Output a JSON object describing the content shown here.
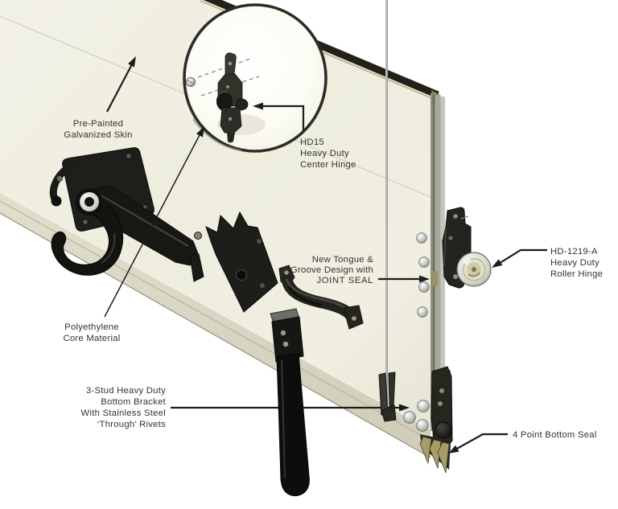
{
  "figure": {
    "type": "product-cutaway-diagram",
    "background": "#ffffff"
  },
  "colors": {
    "panel_face": "#eeedde",
    "panel_face_light": "#f4f3ea",
    "bottom_rail": "#d9d6c3",
    "top_edge": "#22221b",
    "edge_trim": "#b3a878",
    "hardware_dark": "#1a1a16",
    "leader": "#1c1c1a",
    "text": "#333331",
    "rivet_silver": "#c9cdc9",
    "seal_khaki": "#a89d6a",
    "cable_gray": "#9c9c98"
  },
  "labels": {
    "skin": {
      "lines": [
        "Pre-Painted",
        "Galvanized Skin"
      ]
    },
    "center_hinge": {
      "lines": [
        "HD15",
        "Heavy Duty",
        "Center Hinge"
      ]
    },
    "core": {
      "lines": [
        "Polyethylene",
        "Core Material"
      ]
    },
    "joint_seal": {
      "lines": [
        "New Tongue &",
        "Groove Design with",
        "JOINT SEAL"
      ]
    },
    "roller_hinge": {
      "lines": [
        "HD-1219-A",
        "Heavy Duty",
        "Roller Hinge"
      ]
    },
    "bottom_bracket": {
      "lines": [
        "3-Stud Heavy Duty",
        "Bottom Bracket",
        "With Stainless Steel",
        "‘Through’ Rivets"
      ]
    },
    "bottom_seal": {
      "lines": [
        "4 Point Bottom Seal"
      ]
    }
  }
}
